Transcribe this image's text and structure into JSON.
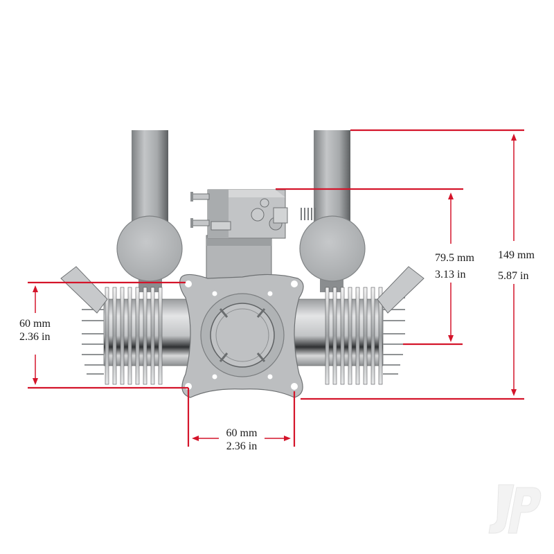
{
  "diagram": {
    "subject": "twin-cylinder boxer engine, front view",
    "colors": {
      "dimension_line": "#d4142a",
      "engine_metal": "#b8babc",
      "engine_shadow": "#6f7274",
      "text": "#1a1a1a",
      "background": "#ffffff"
    },
    "dimensions": {
      "mount_height": {
        "mm": "60 mm",
        "in": "2.36 in"
      },
      "mount_width": {
        "mm": "60 mm",
        "in": "2.36 in"
      },
      "carb_height": {
        "mm": "79.5 mm",
        "in": "3.13 in"
      },
      "overall_height": {
        "mm": "149 mm",
        "in": "5.87 in"
      }
    },
    "watermark": {
      "text": "JP"
    }
  }
}
